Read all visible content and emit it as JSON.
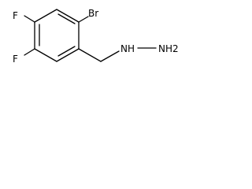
{
  "molecule": {
    "atoms": {
      "bromo": "Br",
      "fluoro_top": "F",
      "fluoro_bottom": "F",
      "hydrazine": "NH",
      "amine": "NH2"
    }
  }
}
